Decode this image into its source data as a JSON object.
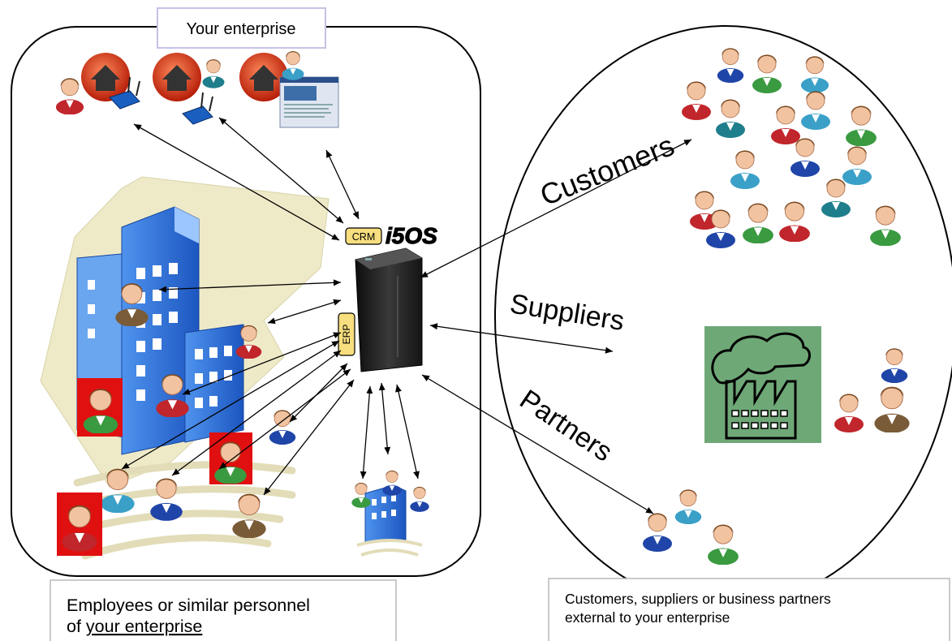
{
  "enterprise_label": "Your enterprise",
  "systems": {
    "crm_label": "CRM",
    "erp_label": "ERP",
    "os_logo": "i5OS"
  },
  "external_groups": {
    "customers": "Customers",
    "suppliers": "Suppliers",
    "partners": "Partners"
  },
  "captions": {
    "internal_line1": "Employees or similar personnel",
    "internal_line2_prefix": "of ",
    "internal_line2_link": "your enterprise",
    "external_line1": "Customers, suppliers or business partners",
    "external_line2": "external to your enterprise"
  },
  "colors": {
    "system_tag_fill": "#f7de7e",
    "factory_fill": "#6fa877",
    "building_blue": "#2f6fd6",
    "highlight_red": "#e01010"
  }
}
